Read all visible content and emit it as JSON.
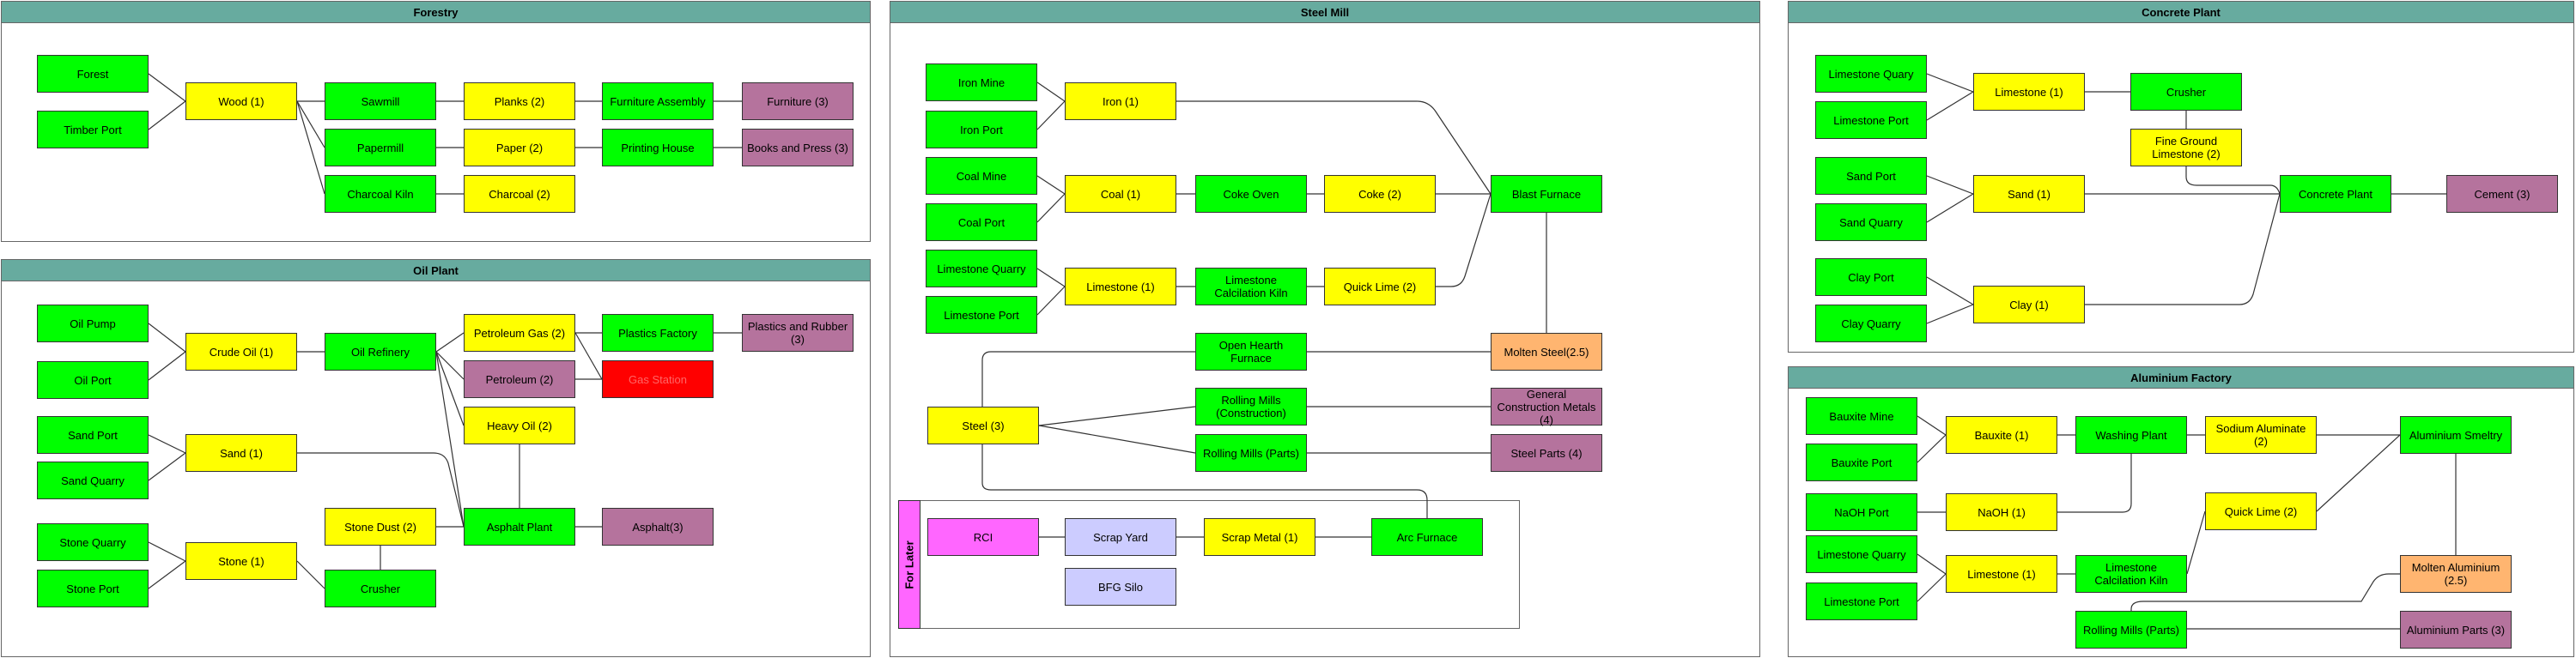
{
  "panels": {
    "forestry": "Forestry",
    "oil_plant": "Oil Plant",
    "steel_mill": "Steel Mill",
    "concrete_plant": "Concrete Plant",
    "aluminium_factory": "Aluminium Factory"
  },
  "for_later_label": "For Later",
  "colors": {
    "header": "#67AB9F",
    "producer": "#00FF00",
    "intermediate": "#FFFF00",
    "final": "#B5739D",
    "molten": "#FFB570",
    "station": "#FF0000",
    "rci": "#FF66FF",
    "storage": "#CCCCFF"
  },
  "nodes": {
    "forest": "Forest",
    "timber_port": "Timber Port",
    "wood": "Wood (1)",
    "sawmill": "Sawmill",
    "papermill": "Papermill",
    "charcoal_kiln": "Charcoal Kiln",
    "planks": "Planks (2)",
    "paper": "Paper (2)",
    "charcoal": "Charcoal (2)",
    "furniture_assembly": "Furniture Assembly",
    "printing_house": "Printing House",
    "furniture": "Furniture (3)",
    "books_press": "Books and Press (3)",
    "oil_pump": "Oil Pump",
    "oil_port": "Oil Port",
    "crude_oil": "Crude Oil (1)",
    "oil_refinery": "Oil Refinery",
    "petroleum_gas": "Petroleum Gas (2)",
    "petroleum": "Petroleum (2)",
    "heavy_oil": "Heavy Oil (2)",
    "plastics_factory": "Plastics Factory",
    "gas_station": "Gas Station",
    "plastics_rubber": "Plastics and Rubber (3)",
    "op_sand_port": "Sand Port",
    "op_sand_quarry": "Sand Quarry",
    "op_sand": "Sand (1)",
    "stone_quarry": "Stone Quarry",
    "stone_port": "Stone Port",
    "stone": "Stone (1)",
    "stone_dust": "Stone Dust (2)",
    "op_crusher": "Crusher",
    "asphalt_plant": "Asphalt Plant",
    "asphalt": "Asphalt(3)",
    "iron_mine": "Iron Mine",
    "iron_port": "Iron Port",
    "iron": "Iron (1)",
    "coal_mine": "Coal Mine",
    "coal_port": "Coal Port",
    "coal": "Coal (1)",
    "coke_oven": "Coke Oven",
    "coke": "Coke (2)",
    "sm_limestone_quarry": "Limestone Quarry",
    "sm_limestone_port": "Limestone Port",
    "sm_limestone": "Limestone (1)",
    "limestone_calc_kiln": "Limestone Calcilation Kiln",
    "quick_lime": "Quick Lime (2)",
    "blast_furnace": "Blast Furnace",
    "open_hearth": "Open Hearth Furnace",
    "molten_steel": "Molten Steel(2.5)",
    "steel": "Steel (3)",
    "rolling_constr": "Rolling Mills (Construction)",
    "rolling_parts": "Rolling Mills (Parts)",
    "gen_constr_metals": "General Construction Metals (4)",
    "steel_parts": "Steel Parts (4)",
    "rci": "RCI",
    "scrap_yard": "Scrap Yard",
    "scrap_metal": "Scrap Metal (1)",
    "arc_furnace": "Arc Furnace",
    "bfg_silo": "BFG Silo",
    "cp_limestone_quarry": "Limestone Quary",
    "cp_limestone_port": "Limestone Port",
    "cp_limestone": "Limestone (1)",
    "cp_crusher": "Crusher",
    "fine_ground_limestone": "Fine Ground Limestone (2)",
    "cp_sand_port": "Sand Port",
    "cp_sand_quarry": "Sand Quarry",
    "cp_sand": "Sand (1)",
    "clay_port": "Clay Port",
    "clay_quarry": "Clay Quarry",
    "clay": "Clay (1)",
    "concrete_plant": "Concrete Plant",
    "cement": "Cement (3)",
    "bauxite_mine": "Bauxite Mine",
    "bauxite_port": "Bauxite Port",
    "bauxite": "Bauxite (1)",
    "washing_plant": "Washing Plant",
    "sodium_aluminate": "Sodium Aluminate (2)",
    "aluminium_smeltry": "Aluminium Smeltry",
    "naoh_port": "NaOH Port",
    "naoh": "NaOH (1)",
    "quick_lime_al": "Quick Lime (2)",
    "al_limestone_quarry": "Limestone Quarry",
    "al_limestone_port": "Limestone Port",
    "al_limestone": "Limestone (1)",
    "al_limestone_calc_kiln": "Limestone Calcilation Kiln",
    "molten_aluminium": "Molten Aluminium (2.5)",
    "al_rolling_parts": "Rolling Mills (Parts)",
    "aluminium_parts": "Aluminium Parts (3)"
  }
}
